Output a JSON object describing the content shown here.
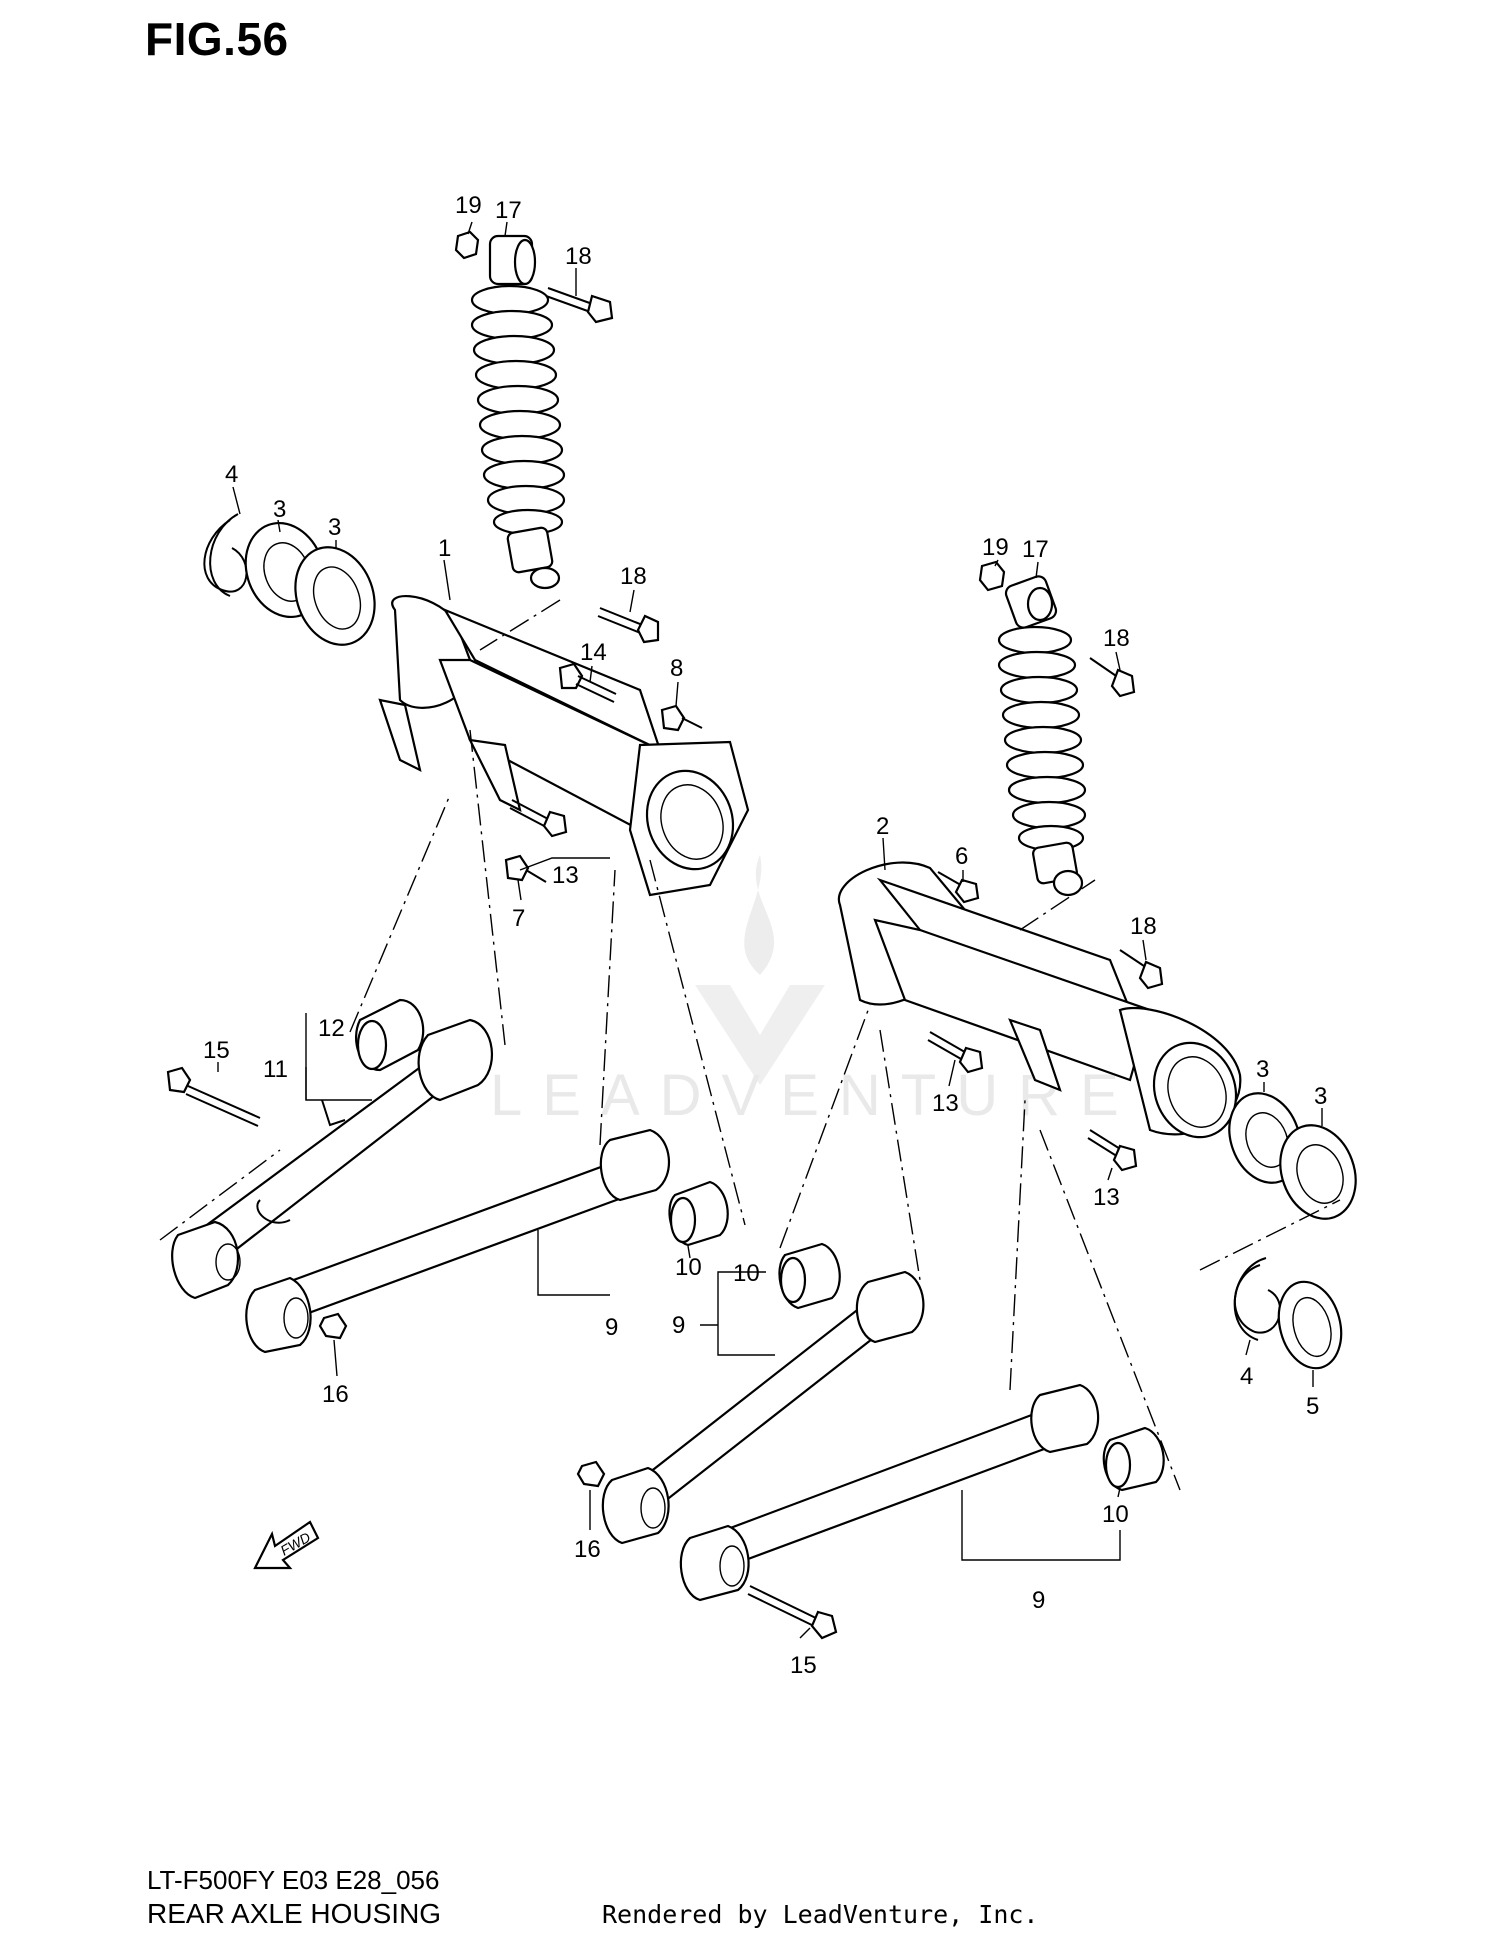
{
  "figure": {
    "title": "FIG.56"
  },
  "footer": {
    "model_code": "LT-F500FY E03 E28_056",
    "assembly_name": "REAR AXLE HOUSING",
    "rendered_by": "Rendered by LeadVenture, Inc."
  },
  "watermark": {
    "text": "LEADVENTURE"
  },
  "direction_indicator": {
    "label": "FWD"
  },
  "callouts": [
    {
      "id": "c19a",
      "label": "19"
    },
    {
      "id": "c17a",
      "label": "17"
    },
    {
      "id": "c18a",
      "label": "18"
    },
    {
      "id": "c4a",
      "label": "4"
    },
    {
      "id": "c3a",
      "label": "3"
    },
    {
      "id": "c3b",
      "label": "3"
    },
    {
      "id": "c1",
      "label": "1"
    },
    {
      "id": "c18b",
      "label": "18"
    },
    {
      "id": "c14",
      "label": "14"
    },
    {
      "id": "c8",
      "label": "8"
    },
    {
      "id": "c13a",
      "label": "13"
    },
    {
      "id": "c7",
      "label": "7"
    },
    {
      "id": "c12",
      "label": "12"
    },
    {
      "id": "c11",
      "label": "11"
    },
    {
      "id": "c15a",
      "label": "15"
    },
    {
      "id": "c10a",
      "label": "10"
    },
    {
      "id": "c9a",
      "label": "9"
    },
    {
      "id": "c16a",
      "label": "16"
    },
    {
      "id": "c19b",
      "label": "19"
    },
    {
      "id": "c17b",
      "label": "17"
    },
    {
      "id": "c18c",
      "label": "18"
    },
    {
      "id": "c2",
      "label": "2"
    },
    {
      "id": "c6",
      "label": "6"
    },
    {
      "id": "c18d",
      "label": "18"
    },
    {
      "id": "c13b",
      "label": "13"
    },
    {
      "id": "c3c",
      "label": "3"
    },
    {
      "id": "c3d",
      "label": "3"
    },
    {
      "id": "c13c",
      "label": "13"
    },
    {
      "id": "c10b",
      "label": "10"
    },
    {
      "id": "c9b",
      "label": "9"
    },
    {
      "id": "c4b",
      "label": "4"
    },
    {
      "id": "c5",
      "label": "5"
    },
    {
      "id": "c10c",
      "label": "10"
    },
    {
      "id": "c16b",
      "label": "16"
    },
    {
      "id": "c9c",
      "label": "9"
    },
    {
      "id": "c15b",
      "label": "15"
    }
  ]
}
